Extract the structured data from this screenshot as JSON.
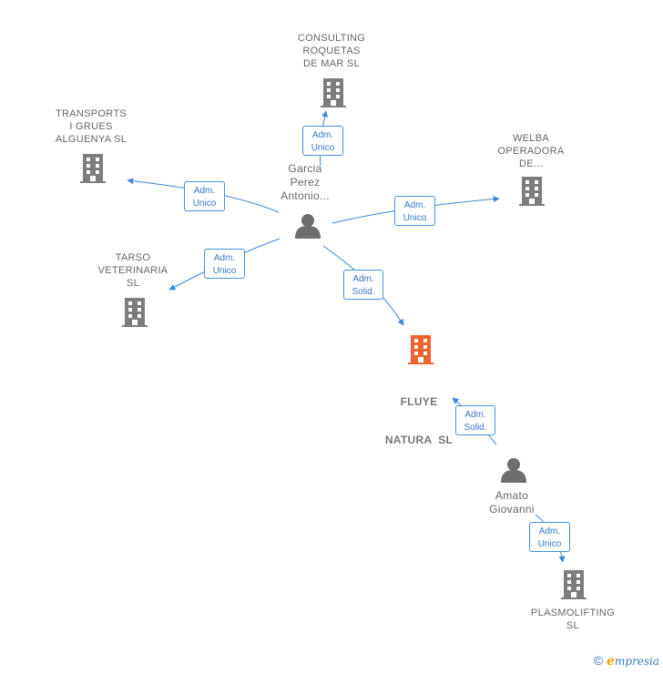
{
  "companies": [
    {
      "id": "consulting",
      "label": [
        "CONSULTING",
        "ROQUETAS",
        "DE MAR SL"
      ]
    },
    {
      "id": "transports",
      "label": [
        "TRANSPORTS",
        "I GRUES",
        "ALGUENYA SL"
      ]
    },
    {
      "id": "welba",
      "label": [
        "WELBA",
        "OPERADORA",
        "DE..."
      ]
    },
    {
      "id": "tarso",
      "label": [
        "TARSO",
        "VETERINARIA",
        "SL"
      ]
    },
    {
      "id": "fluye",
      "label": [
        "FLUYE",
        "NATURA  SL"
      ],
      "focus": true
    },
    {
      "id": "plasmo",
      "label": [
        "PLASMOLIFTING",
        "SL"
      ]
    }
  ],
  "people": [
    {
      "id": "garcia",
      "label": [
        "Garcia",
        "Perez",
        "Antonio..."
      ]
    },
    {
      "id": "amato",
      "label": [
        "Amato",
        "Giovanni"
      ]
    }
  ],
  "relations": [
    {
      "id": "r1",
      "label": [
        "Adm.",
        "Unico"
      ]
    },
    {
      "id": "r2",
      "label": [
        "Adm.",
        "Unico"
      ]
    },
    {
      "id": "r3",
      "label": [
        "Adm.",
        "Unico"
      ]
    },
    {
      "id": "r4",
      "label": [
        "Adm.",
        "Unico"
      ]
    },
    {
      "id": "r5",
      "label": [
        "Adm.",
        "Solid."
      ]
    },
    {
      "id": "r6",
      "label": [
        "Adm.",
        "Solid."
      ]
    },
    {
      "id": "r7",
      "label": [
        "Adm.",
        "Unico"
      ]
    }
  ],
  "colors": {
    "edge": "#3c86d8",
    "company": "#7d7d7d",
    "focus": "#f0622f",
    "person": "#6e6e6e"
  },
  "footer": {
    "copyright": "©",
    "brand_e": "e",
    "brand_rest": "mpresia"
  }
}
